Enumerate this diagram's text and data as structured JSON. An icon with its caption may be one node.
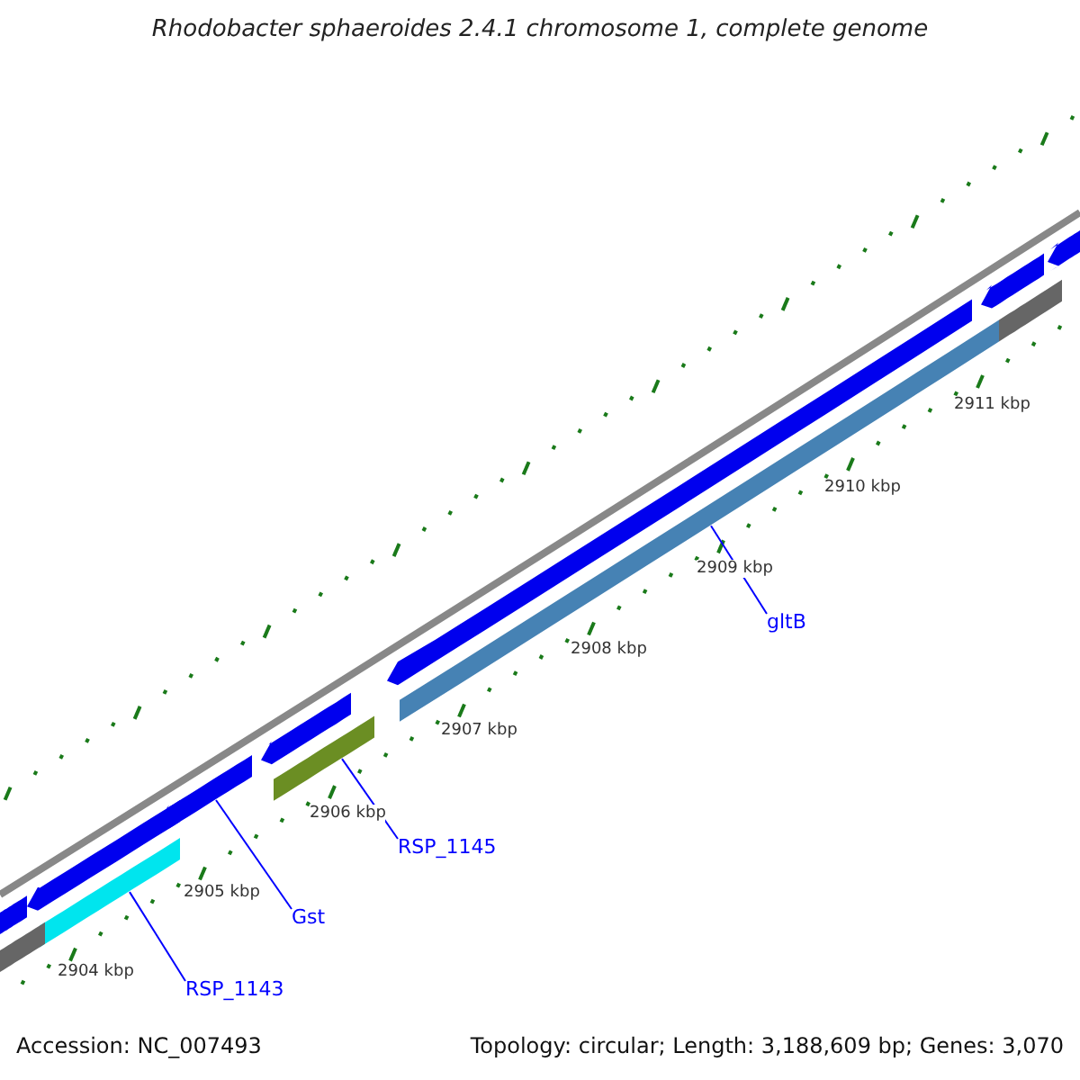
{
  "diagram": {
    "title": "Rhodobacter sphaeroides 2.4.1 chromosome 1, complete genome",
    "nodes": [
      {
        "text": [
          "RSP_1143"
        ]
      },
      {
        "text": [],
        "shape": "bar"
      },
      {
        "text": [
          "Gst"
        ]
      },
      {
        "text": [],
        "shape": "bar"
      },
      {
        "text": [
          "RSP_1145"
        ]
      },
      {
        "text": [],
        "shape": "bar"
      },
      {
        "text": [
          "gltB"
        ]
      },
      {
        "text": [],
        "shape": "bar"
      },
      {
        "text": [],
        "shape": "bar"
      },
      {
        "text": [],
        "shape": "bar"
      },
      {
        "text": [],
        "shape": "bar"
      },
      {
        "text": [],
        "shape": "bar"
      },
      {
        "text": [],
        "shape": "bar"
      },
      {
        "text": [],
        "shape": "bar"
      },
      {
        "text": [],
        "shape": "bar"
      },
      {
        "text": [],
        "shape": "bar"
      }
    ],
    "edges": [
      {
        "from": 0,
        "to": 1,
        "arrow": "none"
      },
      {
        "from": 2,
        "to": 3,
        "arrow": "none"
      },
      {
        "from": 4,
        "to": 5,
        "arrow": "none"
      },
      {
        "from": 6,
        "to": 7,
        "arrow": "none"
      }
    ],
    "labels": [
      "2911 kbp",
      "2910 kbp",
      "2909 kbp",
      "2908 kbp",
      "2907 kbp",
      "2906 kbp",
      "2905 kbp",
      "2904 kbp",
      "Accession: NC_007493",
      "Topology: circular; Length: 3,188,609 bp; Genes: 3,070"
    ]
  }
}
